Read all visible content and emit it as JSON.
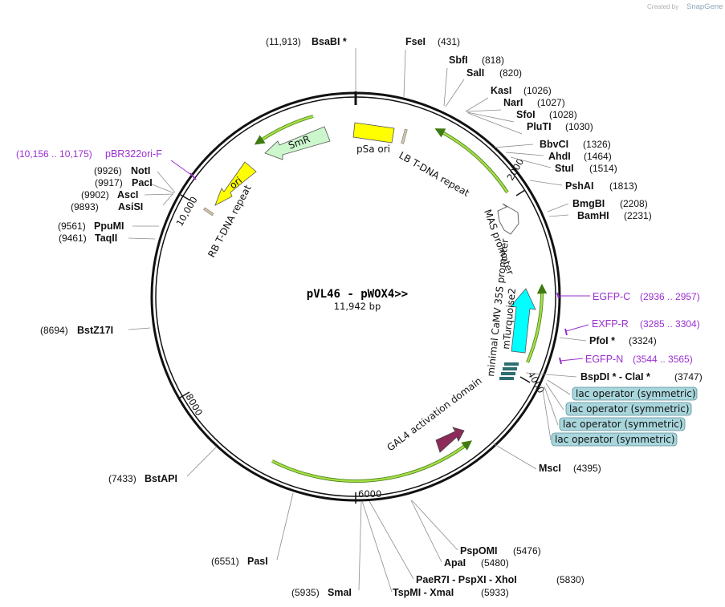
{
  "branding": {
    "created_by": "Created by",
    "product": "SnapGene"
  },
  "plasmid": {
    "name": "pVL46 - pWOX4>>",
    "length": "11,942 bp"
  },
  "ticks": [
    "2000",
    "4000",
    "6000",
    "8000",
    "10,000"
  ],
  "enzymes": [
    {
      "name": "BsaBI *",
      "pos": "(11,913)"
    },
    {
      "name": "FseI",
      "pos": "(431)"
    },
    {
      "name": "SbfI",
      "pos": "(818)"
    },
    {
      "name": "SalI",
      "pos": "(820)"
    },
    {
      "name": "KasI",
      "pos": "(1026)"
    },
    {
      "name": "NarI",
      "pos": "(1027)"
    },
    {
      "name": "SfoI",
      "pos": "(1028)"
    },
    {
      "name": "PluTI",
      "pos": "(1030)"
    },
    {
      "name": "BbvCI",
      "pos": "(1326)"
    },
    {
      "name": "AhdI",
      "pos": "(1464)"
    },
    {
      "name": "StuI",
      "pos": "(1514)"
    },
    {
      "name": "PshAI",
      "pos": "(1813)"
    },
    {
      "name": "BmgBI",
      "pos": "(2208)"
    },
    {
      "name": "BamHI",
      "pos": "(2231)"
    },
    {
      "name": "PfoI *",
      "pos": "(3324)"
    },
    {
      "name": "BspDI * - ClaI *",
      "pos": "(3747)"
    },
    {
      "name": "MscI",
      "pos": "(4395)"
    },
    {
      "name": "PspOMI",
      "pos": "(5476)"
    },
    {
      "name": "ApaI",
      "pos": "(5480)"
    },
    {
      "name": "PaeR7I - PspXI - XhoI",
      "pos": "(5830)"
    },
    {
      "name": "TspMI - XmaI",
      "pos": "(5933)"
    },
    {
      "name": "SmaI",
      "pos": "(5935)"
    },
    {
      "name": "PasI",
      "pos": "(6551)"
    },
    {
      "name": "BstAPI",
      "pos": "(7433)"
    },
    {
      "name": "BstZ17I",
      "pos": "(8694)"
    },
    {
      "name": "TaqII",
      "pos": "(9461)"
    },
    {
      "name": "PpuMI",
      "pos": "(9561)"
    },
    {
      "name": "AsiSI",
      "pos": "(9893)"
    },
    {
      "name": "AscI",
      "pos": "(9902)"
    },
    {
      "name": "PacI",
      "pos": "(9917)"
    },
    {
      "name": "NotI",
      "pos": "(9926)"
    }
  ],
  "primers": [
    {
      "name": "pBR322ori-F",
      "pos": "(10,156 .. 10,175)"
    },
    {
      "name": "EGFP-C",
      "pos": "(2936 .. 2957)"
    },
    {
      "name": "EXFP-R",
      "pos": "(3285 .. 3304)"
    },
    {
      "name": "EGFP-N",
      "pos": "(3544 .. 3565)"
    }
  ],
  "features": {
    "psa_ori": "pSa ori",
    "lb_repeat": "LB T-DNA repeat",
    "mas_promoter": "MAS promoter",
    "mturquoise2": "mTurquoise2",
    "camv35s": "minimal CaMV 35S promoter",
    "gal4": "GAL4 activation domain",
    "rb_repeat": "RB T-DNA repeat",
    "ori": "ori",
    "smr": "SmR",
    "lac": "lac operator (symmetric)"
  },
  "colors": {
    "backbone": "#111111",
    "arc_green": "#a6dd45",
    "smr": "#ccf7cc",
    "yellow": "#ffff00",
    "cyan": "#00ffff",
    "gal4": "#8c2a5a",
    "lac": "#a8d6dc",
    "primer": "#9a2fd0"
  }
}
